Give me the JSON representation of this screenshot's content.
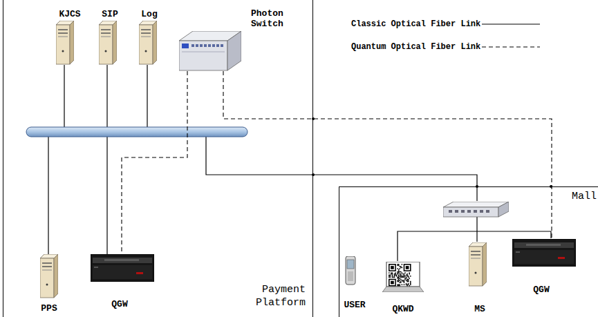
{
  "diagram": {
    "nodes": [
      {
        "text": [
          "Payment Platform"
        ]
      },
      {
        "text": [
          "KJCS"
        ],
        "in": 0
      },
      {
        "text": [
          "SIP"
        ],
        "in": 0
      },
      {
        "text": [
          "Log"
        ],
        "in": 0
      },
      {
        "text": [
          "Photon Switch"
        ],
        "in": 0
      },
      {
        "text": [
          "PPS"
        ],
        "in": 0
      },
      {
        "text": [
          "QGW"
        ],
        "in": 0
      },
      {
        "text": [
          "Mall"
        ]
      },
      {
        "text": [
          "USER"
        ],
        "in": 7
      },
      {
        "text": [
          "QKWD"
        ],
        "in": 7
      },
      {
        "text": [
          "MS"
        ],
        "in": 7
      },
      {
        "text": [
          "QGW"
        ],
        "in": 7
      }
    ],
    "edges": [
      {
        "from": 4,
        "to": 6,
        "arrow": "none"
      },
      {
        "from": 4,
        "to": 11,
        "arrow": "none"
      }
    ],
    "legend": [
      {
        "text": "Classic Optical Fiber Link"
      },
      {
        "text": "Quantum Optical Fiber Link"
      }
    ]
  }
}
